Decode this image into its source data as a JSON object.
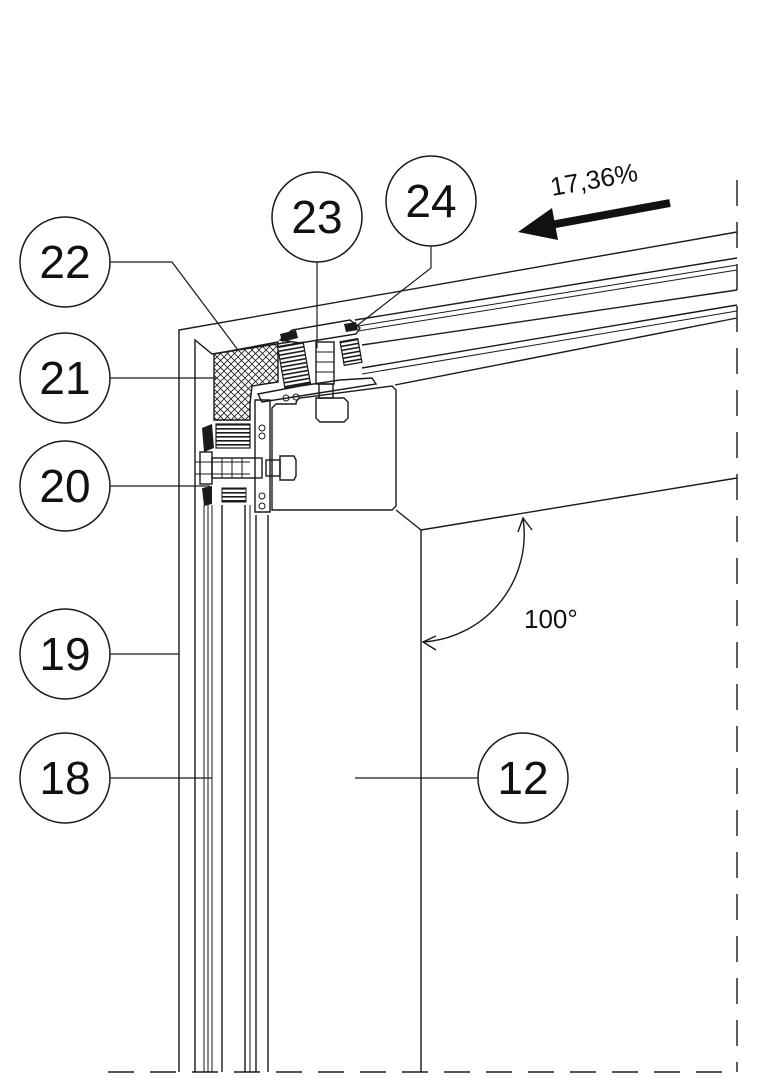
{
  "slope": {
    "label": "17,36%"
  },
  "angle": {
    "label": "100°"
  },
  "callouts": [
    {
      "id": "12",
      "label": "12"
    },
    {
      "id": "18",
      "label": "18"
    },
    {
      "id": "19",
      "label": "19"
    },
    {
      "id": "20",
      "label": "20"
    },
    {
      "id": "21",
      "label": "21"
    },
    {
      "id": "22",
      "label": "22"
    },
    {
      "id": "23",
      "label": "23"
    },
    {
      "id": "24",
      "label": "24"
    }
  ],
  "colors": {
    "line": "#1a1a1a",
    "background": "#ffffff"
  }
}
